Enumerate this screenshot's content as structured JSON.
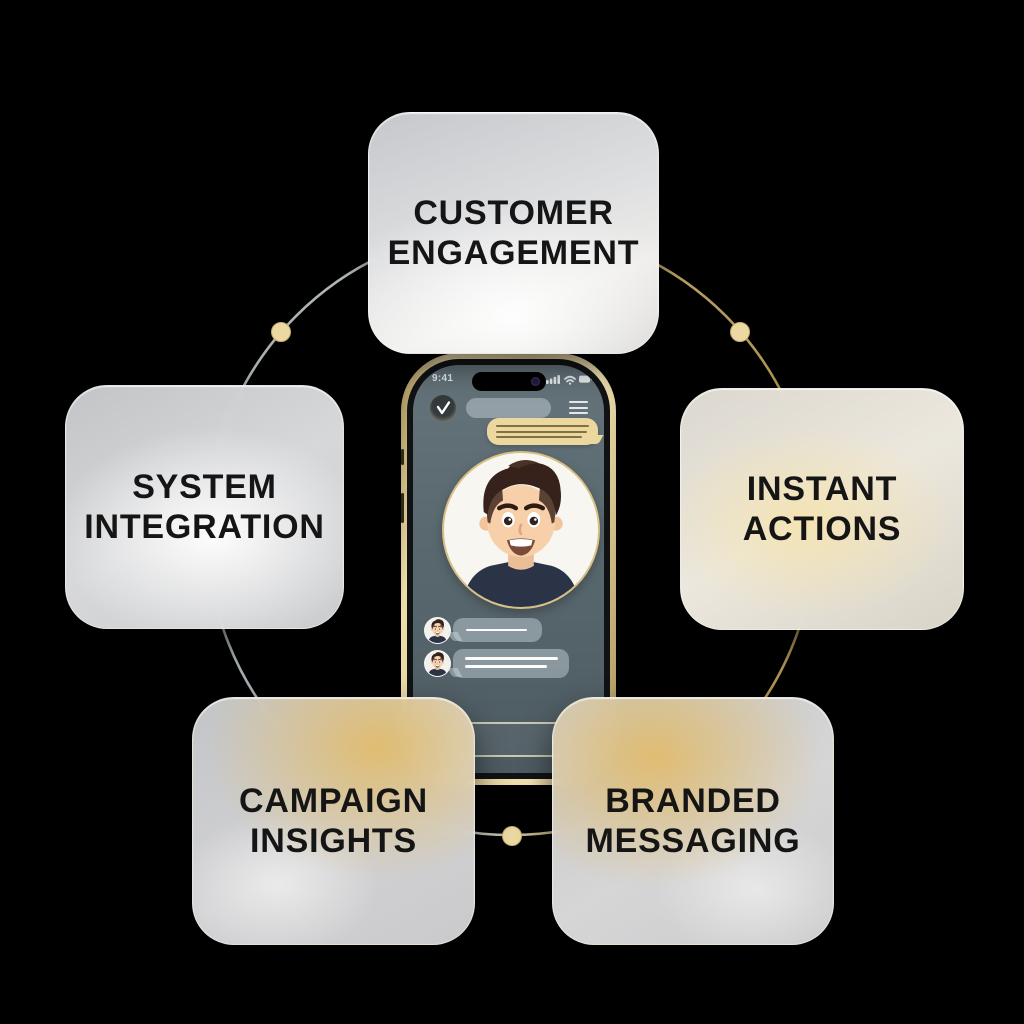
{
  "canvas": {
    "background": "#000000"
  },
  "cards": {
    "customer_engagement": {
      "line1": "CUSTOMER",
      "line2": "ENGAGEMENT"
    },
    "system_integration": {
      "line1": "SYSTEM",
      "line2": "INTEGRATION"
    },
    "instant_actions": {
      "line1": "INSTANT",
      "line2": "ACTIONS"
    },
    "campaign_insights": {
      "line1": "CAMPAIGN",
      "line2": "INSIGHTS"
    },
    "branded_messaging": {
      "line1": "BRANDED",
      "line2": "MESSAGING"
    }
  },
  "phone": {
    "status_bar": {
      "time": "9:41",
      "icons": [
        "signal-icon",
        "wifi-icon",
        "battery-icon"
      ]
    },
    "header": {
      "logo_icon": "v-check-logo-icon",
      "contact_name_placeholder": "",
      "menu_icon": "hamburger-menu-icon"
    },
    "chat": {
      "sent_bubble": {
        "color": "#ecd89f",
        "placeholder_text_lines": 3
      },
      "received_bubbles": [
        {
          "placeholder_text_lines": 1
        },
        {
          "placeholder_text_lines": 2
        }
      ],
      "avatar": "memoji-boy"
    }
  },
  "ring": {
    "node_dots": 3,
    "dot_color": "#ecd9a2",
    "stroke_silver": "#aab3b6",
    "stroke_gold": "#bb9d58"
  },
  "colors": {
    "card_text": "#151515",
    "phone_frame_gold": "#e3d3a3",
    "screen_slate": "#5a6970",
    "bubble_gray": "#a7b4bd",
    "gold_accent": "#e2c98f"
  }
}
